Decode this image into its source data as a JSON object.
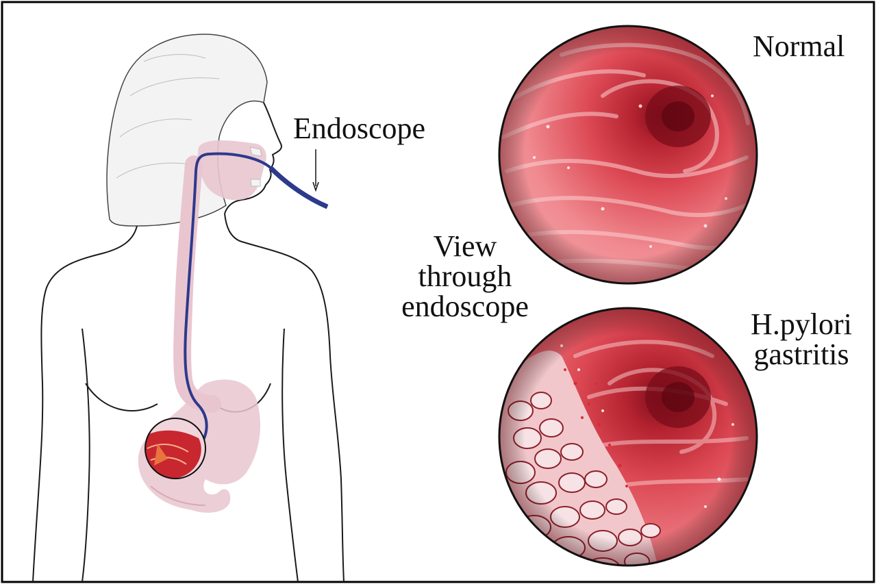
{
  "labels": {
    "endoscope": "Endoscope",
    "normal": "Normal",
    "view_lines": [
      "View",
      "through",
      "endoscope"
    ],
    "hpylori_lines": [
      "H.pylori",
      "gastritis"
    ]
  },
  "colors": {
    "frame": "#000000",
    "body_outline": "#1a1a1a",
    "organ_pink": "#e9c6cf",
    "endoscope_tube": "#2d3a8c",
    "tissue_light": "#f6b1b4",
    "tissue_mid": "#e4525c",
    "tissue_dark": "#9c1a28"
  }
}
